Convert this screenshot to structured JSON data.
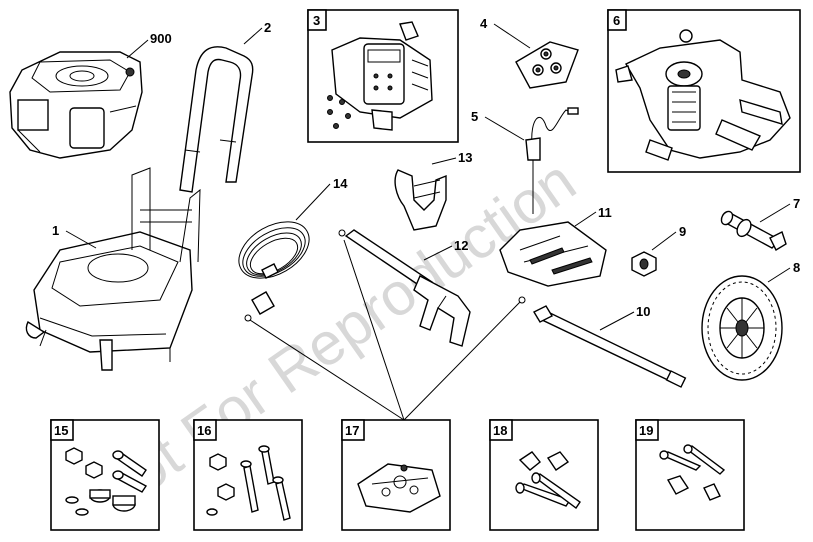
{
  "watermark": "Not For Reproduction",
  "parts": [
    {
      "key": "p900",
      "label": "900"
    },
    {
      "key": "p1",
      "label": "1"
    },
    {
      "key": "p2",
      "label": "2"
    },
    {
      "key": "p3",
      "label": "3"
    },
    {
      "key": "p4",
      "label": "4"
    },
    {
      "key": "p5",
      "label": "5"
    },
    {
      "key": "p6",
      "label": "6"
    },
    {
      "key": "p7",
      "label": "7"
    },
    {
      "key": "p8",
      "label": "8"
    },
    {
      "key": "p9",
      "label": "9"
    },
    {
      "key": "p10",
      "label": "10"
    },
    {
      "key": "p11",
      "label": "11"
    },
    {
      "key": "p12",
      "label": "12"
    },
    {
      "key": "p13",
      "label": "13"
    },
    {
      "key": "p14",
      "label": "14"
    },
    {
      "key": "p15",
      "label": "15"
    },
    {
      "key": "p16",
      "label": "16"
    },
    {
      "key": "p17",
      "label": "17"
    },
    {
      "key": "p18",
      "label": "18"
    },
    {
      "key": "p19",
      "label": "19"
    }
  ]
}
